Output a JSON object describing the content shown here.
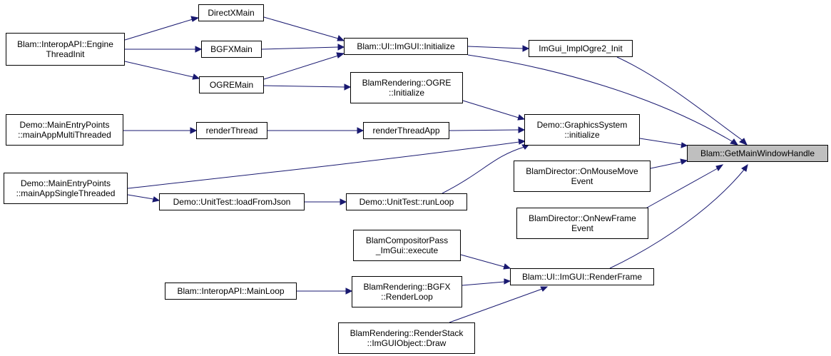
{
  "diagram": {
    "nodes": [
      {
        "id": "interop_enginethread",
        "lines": [
          "Blam::InteropAPI::Engine",
          "ThreadInit"
        ]
      },
      {
        "id": "directxmain",
        "lines": [
          "DirectXMain"
        ]
      },
      {
        "id": "bgfxmain",
        "lines": [
          "BGFXMain"
        ]
      },
      {
        "id": "ogremain",
        "lines": [
          "OGREMain"
        ]
      },
      {
        "id": "imgui_initialize",
        "lines": [
          "Blam::UI::ImGUI::Initialize"
        ]
      },
      {
        "id": "imgui_implogre2_init",
        "lines": [
          "ImGui_ImplOgre2_Init"
        ]
      },
      {
        "id": "blamrendering_ogre_initialize",
        "lines": [
          "BlamRendering::OGRE",
          "::Initialize"
        ]
      },
      {
        "id": "demo_mainapp_multi",
        "lines": [
          "Demo::MainEntryPoints",
          "::mainAppMultiThreaded"
        ]
      },
      {
        "id": "renderthread",
        "lines": [
          "renderThread"
        ]
      },
      {
        "id": "renderthreadapp",
        "lines": [
          "renderThreadApp"
        ]
      },
      {
        "id": "graphicssystem_initialize",
        "lines": [
          "Demo::GraphicsSystem",
          "::initialize"
        ]
      },
      {
        "id": "getmainwindowhandle",
        "lines": [
          "Blam::GetMainWindowHandle"
        ]
      },
      {
        "id": "onmousemove",
        "lines": [
          "BlamDirector::OnMouseMove",
          "Event"
        ]
      },
      {
        "id": "demo_mainapp_single",
        "lines": [
          "Demo::MainEntryPoints",
          "::mainAppSingleThreaded"
        ]
      },
      {
        "id": "unittest_loadfromjson",
        "lines": [
          "Demo::UnitTest::loadFromJson"
        ]
      },
      {
        "id": "unittest_runloop",
        "lines": [
          "Demo::UnitTest::runLoop"
        ]
      },
      {
        "id": "onnewframe",
        "lines": [
          "BlamDirector::OnNewFrame",
          "Event"
        ]
      },
      {
        "id": "compositorpass_execute",
        "lines": [
          "BlamCompositorPass",
          "_ImGui::execute"
        ]
      },
      {
        "id": "interop_mainloop",
        "lines": [
          "Blam::InteropAPI::MainLoop"
        ]
      },
      {
        "id": "blamrendering_bgfx_renderloop",
        "lines": [
          "BlamRendering::BGFX",
          "::RenderLoop"
        ]
      },
      {
        "id": "imgui_renderframe",
        "lines": [
          "Blam::UI::ImGUI::RenderFrame"
        ]
      },
      {
        "id": "renderstack_draw",
        "lines": [
          "BlamRendering::RenderStack",
          "::ImGUIObject::Draw"
        ]
      }
    ],
    "edges": [
      {
        "from": "interop_enginethread",
        "to": "directxmain"
      },
      {
        "from": "interop_enginethread",
        "to": "bgfxmain"
      },
      {
        "from": "interop_enginethread",
        "to": "ogremain"
      },
      {
        "from": "directxmain",
        "to": "imgui_initialize"
      },
      {
        "from": "bgfxmain",
        "to": "imgui_initialize"
      },
      {
        "from": "ogremain",
        "to": "imgui_initialize"
      },
      {
        "from": "ogremain",
        "to": "blamrendering_ogre_initialize"
      },
      {
        "from": "imgui_initialize",
        "to": "imgui_implogre2_init"
      },
      {
        "from": "imgui_initialize",
        "to": "getmainwindowhandle"
      },
      {
        "from": "imgui_implogre2_init",
        "to": "getmainwindowhandle"
      },
      {
        "from": "blamrendering_ogre_initialize",
        "to": "graphicssystem_initialize"
      },
      {
        "from": "demo_mainapp_multi",
        "to": "renderthread"
      },
      {
        "from": "renderthread",
        "to": "renderthreadapp"
      },
      {
        "from": "renderthreadapp",
        "to": "graphicssystem_initialize"
      },
      {
        "from": "demo_mainapp_single",
        "to": "graphicssystem_initialize"
      },
      {
        "from": "demo_mainapp_single",
        "to": "unittest_loadfromjson"
      },
      {
        "from": "unittest_loadfromjson",
        "to": "unittest_runloop"
      },
      {
        "from": "unittest_runloop",
        "to": "graphicssystem_initialize"
      },
      {
        "from": "graphicssystem_initialize",
        "to": "getmainwindowhandle"
      },
      {
        "from": "onmousemove",
        "to": "getmainwindowhandle"
      },
      {
        "from": "onnewframe",
        "to": "getmainwindowhandle"
      },
      {
        "from": "compositorpass_execute",
        "to": "imgui_renderframe"
      },
      {
        "from": "interop_mainloop",
        "to": "blamrendering_bgfx_renderloop"
      },
      {
        "from": "blamrendering_bgfx_renderloop",
        "to": "imgui_renderframe"
      },
      {
        "from": "renderstack_draw",
        "to": "imgui_renderframe"
      },
      {
        "from": "imgui_renderframe",
        "to": "getmainwindowhandle"
      }
    ],
    "colors": {
      "edge": "#191970",
      "node_border": "#000000",
      "node_fill": "#ffffff",
      "highlight_fill": "#bfbfbf"
    }
  }
}
